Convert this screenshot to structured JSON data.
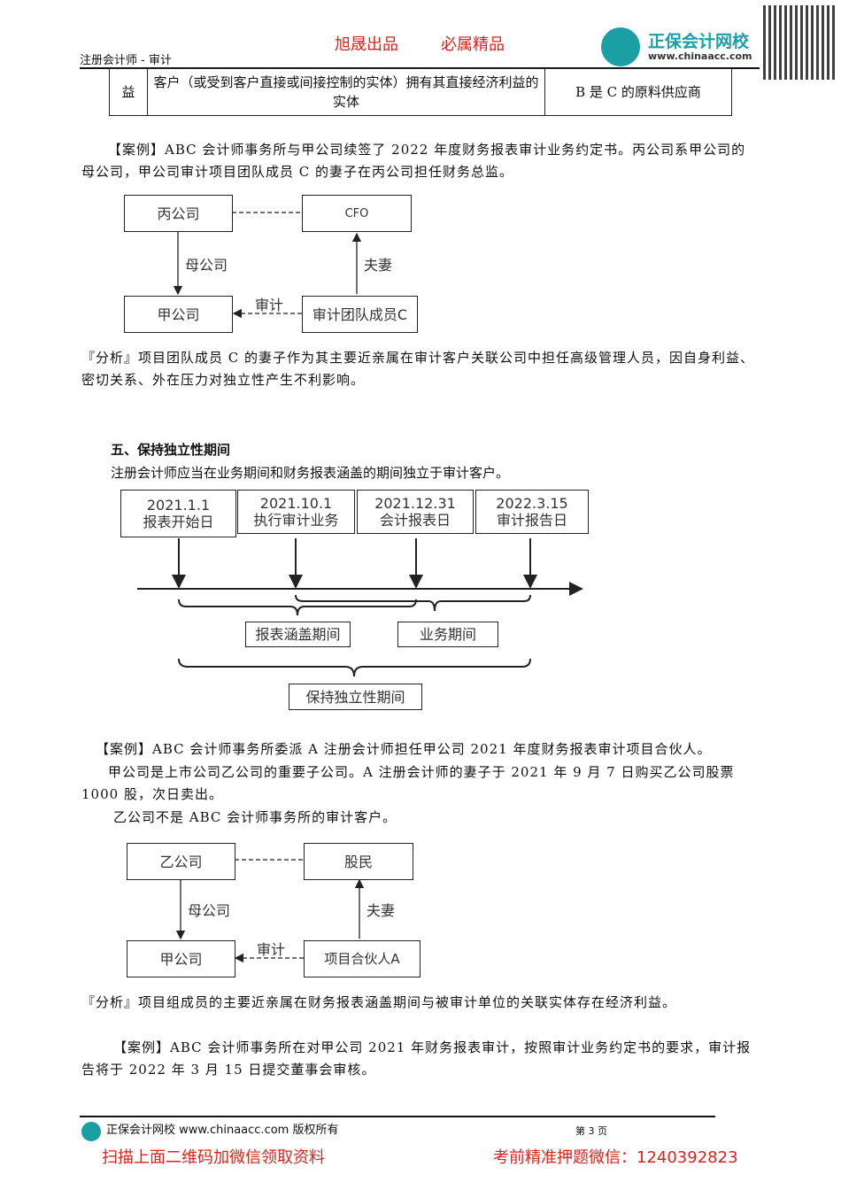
{
  "header": {
    "brand1": "旭晟出品",
    "brand2": "必属精品",
    "subject": "注册会计师 - 审计",
    "logo_cn": "正保会计网校",
    "logo_url": "www.chinaacc.com"
  },
  "table_row": {
    "c1": "益",
    "c2": "客户（或受到客户直接或间接控制的实体）拥有其直接经济利益的实体",
    "c3": "B 是 C 的原料供应商"
  },
  "case1": "【案例】ABC 会计师事务所与甲公司续签了 2022 年度财务报表审计业务约定书。丙公司系甲公司的母公司，甲公司审计项目团队成员 C 的妻子在丙公司担任财务总监。",
  "diagram1": {
    "tl": "丙公司",
    "tr": "CFO",
    "bl": "甲公司",
    "br": "审计团队成员C",
    "left_label": "母公司",
    "right_label": "夫妻",
    "bottom_label": "审计"
  },
  "analysis1": "『分析』项目团队成员 C 的妻子作为其主要近亲属在审计客户关联公司中担任高级管理人员，因自身利益、密切关系、外在压力对独立性产生不利影响。",
  "section5": {
    "title": "五、保持独立性期间",
    "text": "注册会计师应当在业务期间和财务报表涵盖的期间独立于审计客户。",
    "dates": [
      {
        "date": "2021.1.1",
        "label": "报表开始日"
      },
      {
        "date": "2021.10.1",
        "label": "执行审计业务"
      },
      {
        "date": "2021.12.31",
        "label": "会计报表日"
      },
      {
        "date": "2022.3.15",
        "label": "审计报告日"
      }
    ],
    "periods": {
      "report": "报表涵盖期间",
      "engagement": "业务期间",
      "independence": "保持独立性期间"
    }
  },
  "case2": {
    "p1": "【案例】ABC 会计师事务所委派 A 注册会计师担任甲公司 2021 年度财务报表审计项目合伙人。",
    "p2": "甲公司是上市公司乙公司的重要子公司。A 注册会计师的妻子于 2021 年 9 月 7 日购买乙公司股票 1000 股，次日卖出。",
    "p3": "乙公司不是 ABC 会计师事务所的审计客户。"
  },
  "diagram2": {
    "tl": "乙公司",
    "tr": "股民",
    "bl": "甲公司",
    "br": "项目合伙人A",
    "left_label": "母公司",
    "right_label": "夫妻",
    "bottom_label": "审计"
  },
  "analysis2": "『分析』项目组成员的主要近亲属在财务报表涵盖期间与被审计单位的关联实体存在经济利益。",
  "case3": "【案例】ABC 会计师事务所在对甲公司 2021 年财务报表审计，按照审计业务约定书的要求，审计报告将于 2022 年 3 月 15 日提交董事会审核。",
  "footer": {
    "copyright": "正保会计网校 www.chinaacc.com 版权所有",
    "page": "第 3 页",
    "promo_left": "扫描上面二维码加微信领取资料",
    "promo_right": "考前精准押题微信：1240392823"
  }
}
